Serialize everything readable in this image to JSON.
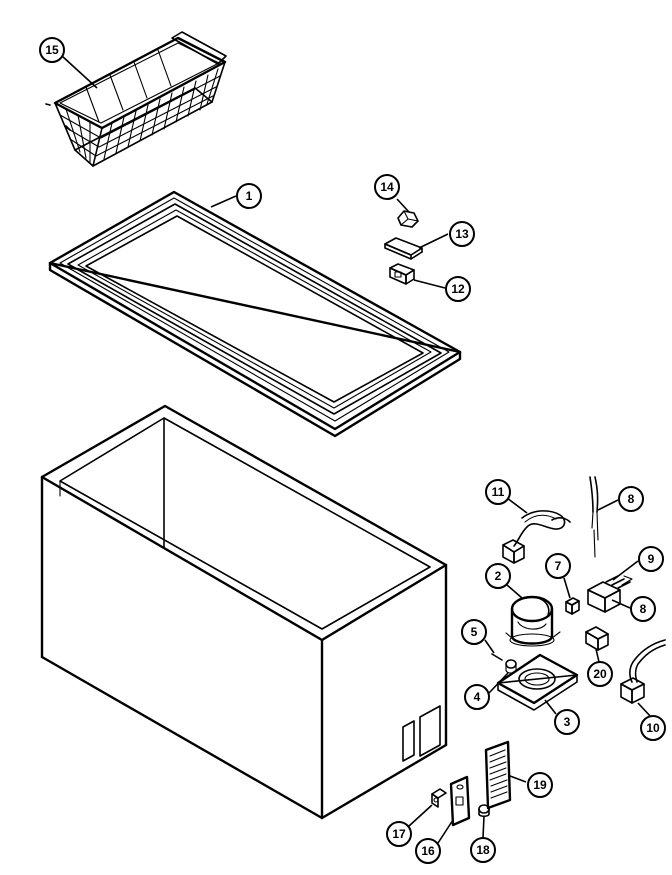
{
  "callouts": {
    "c15": "15",
    "c1": "1",
    "c14": "14",
    "c13": "13",
    "c12": "12",
    "c11": "11",
    "c8a": "8",
    "c9": "9",
    "c7": "7",
    "c8b": "8",
    "c2": "2",
    "c5": "5",
    "c20": "20",
    "c4": "4",
    "c3": "3",
    "c10": "10",
    "c19": "19",
    "c17": "17",
    "c16": "16",
    "c18": "18"
  }
}
